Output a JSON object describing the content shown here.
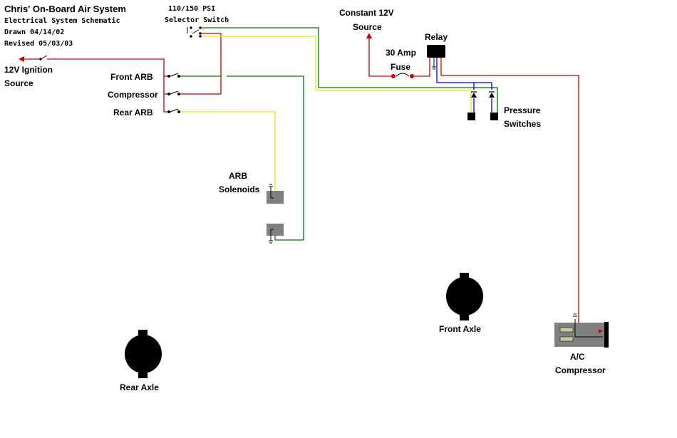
{
  "title": {
    "line1": "Chris' On-Board Air System",
    "line2": "Electrical System Schematic",
    "line3": "Drawn 04/14/02",
    "line4": "Revised 05/03/03"
  },
  "labels": {
    "selector_line1": "110/150 PSI",
    "selector_line2": "Selector Switch",
    "constant_line1": "Constant 12V",
    "constant_line2": "Source",
    "relay": "Relay",
    "fuse_line1": "30 Amp",
    "fuse_line2": "Fuse",
    "ignition_line1": "12V Ignition",
    "ignition_line2": "Source",
    "front_arb": "Front ARB",
    "compressor": "Compressor",
    "rear_arb": "Rear ARB",
    "pressure_line1": "Pressure",
    "pressure_line2": "Switches",
    "solenoids_line1": "ARB",
    "solenoids_line2": "Solenoids",
    "front_axle": "Front Axle",
    "rear_axle": "Rear Axle",
    "ac_line1": "A/C",
    "ac_line2": "Compressor"
  },
  "wire_colors": {
    "power": "#cc0000",
    "green": "#007700",
    "yellow": "#e8e800",
    "blue": "#0000cc",
    "component_gray": "#808080",
    "black": "#000000"
  }
}
